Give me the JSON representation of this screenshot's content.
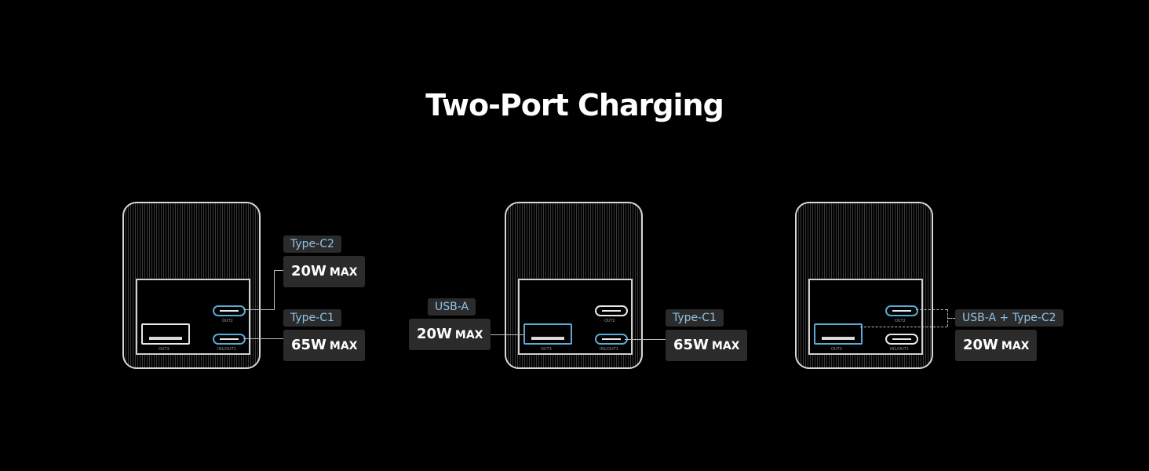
{
  "title": "Two-Port Charging",
  "port_labels": {
    "usba": "OUT3",
    "c2": "OUT2",
    "c1": "IN1/OUT1"
  },
  "configs": [
    {
      "active_ports": [
        "c2",
        "c1"
      ],
      "labels": [
        {
          "tag": "Type-C2",
          "watt": "20W",
          "unit": "MAX"
        },
        {
          "tag": "Type-C1",
          "watt": "65W",
          "unit": "MAX"
        }
      ]
    },
    {
      "active_ports": [
        "usba",
        "c1"
      ],
      "labels": [
        {
          "tag": "USB-A",
          "watt": "20W",
          "unit": "MAX"
        },
        {
          "tag": "Type-C1",
          "watt": "65W",
          "unit": "MAX"
        }
      ]
    },
    {
      "active_ports": [
        "usba",
        "c2"
      ],
      "labels": [
        {
          "tag": "USB-A + Type-C2",
          "watt": "20W",
          "unit": "MAX"
        }
      ]
    }
  ],
  "colors": {
    "background": "#000000",
    "accent": "#5aa9d6",
    "tag_bg": "#2b2b2b",
    "tag_text": "#8fc3e8"
  }
}
